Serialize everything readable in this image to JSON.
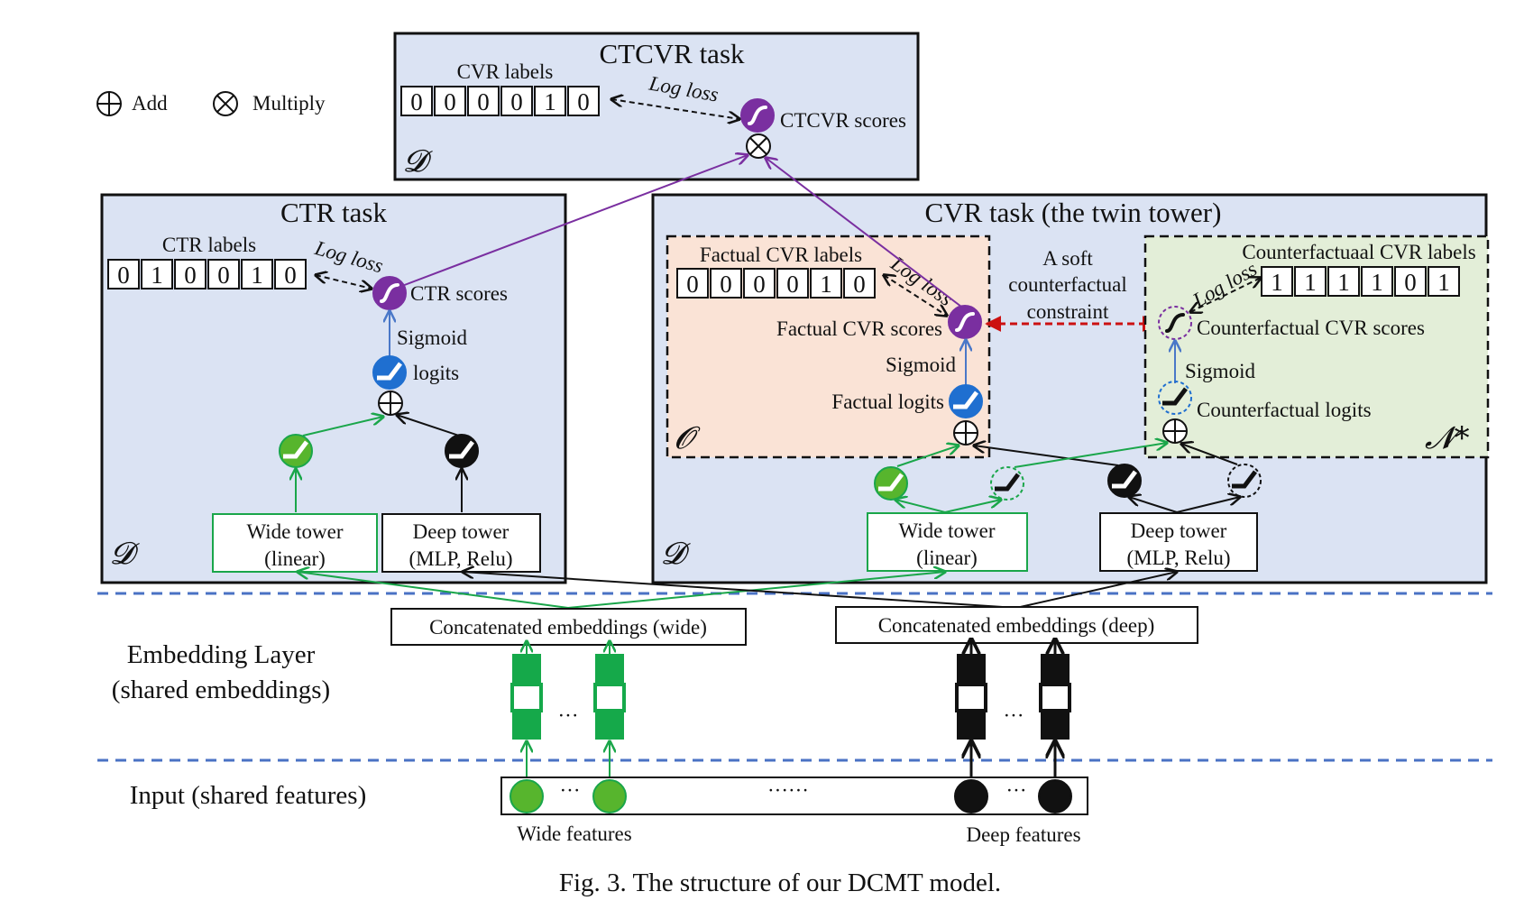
{
  "legend": {
    "add": "Add",
    "multiply": "Multiply"
  },
  "ctcvr": {
    "title": "CTCVR task",
    "labels_title": "CVR labels",
    "labels": [
      "0",
      "0",
      "0",
      "0",
      "1",
      "0"
    ],
    "loss": "Log loss",
    "scores": "CTCVR scores",
    "domain": "𝓓"
  },
  "ctr": {
    "title": "CTR task",
    "labels_title": "CTR labels",
    "labels": [
      "0",
      "1",
      "0",
      "0",
      "1",
      "0"
    ],
    "loss": "Log loss",
    "scores": "CTR scores",
    "sigmoid": "Sigmoid",
    "logits": "logits",
    "wide_tower": [
      "Wide tower",
      "(linear)"
    ],
    "deep_tower": [
      "Deep tower",
      "(MLP, Relu)"
    ],
    "domain": "𝓓"
  },
  "cvr": {
    "title": "CVR task (the twin tower)",
    "factual": {
      "labels_title": "Factual CVR labels",
      "labels": [
        "0",
        "0",
        "0",
        "0",
        "1",
        "0"
      ],
      "loss": "Log loss",
      "scores": "Factual CVR scores",
      "sigmoid": "Sigmoid",
      "logits": "Factual logits",
      "domain": "𝓞"
    },
    "constraint": [
      "A soft",
      "counterfactual",
      "constraint"
    ],
    "counterfactual": {
      "labels_title": "Counterfactuaal CVR labels",
      "labels": [
        "1",
        "1",
        "1",
        "1",
        "0",
        "1"
      ],
      "loss": "Log loss",
      "scores": "Counterfactual CVR scores",
      "sigmoid": "Sigmoid",
      "logits": "Counterfactual logits",
      "domain": "𝓝*"
    },
    "wide_tower": [
      "Wide tower",
      "(linear)"
    ],
    "deep_tower": [
      "Deep tower",
      "(MLP, Relu)"
    ],
    "domain": "𝓓"
  },
  "embedding": {
    "layer_label": [
      "Embedding Layer",
      "(shared embeddings)"
    ],
    "wide": "Concatenated embeddings (wide)",
    "deep": "Concatenated embeddings (deep)"
  },
  "input": {
    "label": "Input (shared features)",
    "wide_features": "Wide features",
    "deep_features": "Deep features",
    "dots_short": "···",
    "dots_long": "······"
  },
  "caption": "Fig. 3.  The structure of our DCMT model.",
  "colors": {
    "panel": "#dbe3f3",
    "factual_panel": "#fae3d6",
    "counterfactual_panel": "#e3eed8",
    "green": "#1aa64a",
    "purple": "#7a2fa0",
    "blue": "#4a78c8",
    "red": "#cc1111",
    "dashed_separator": "#4a72c4"
  }
}
